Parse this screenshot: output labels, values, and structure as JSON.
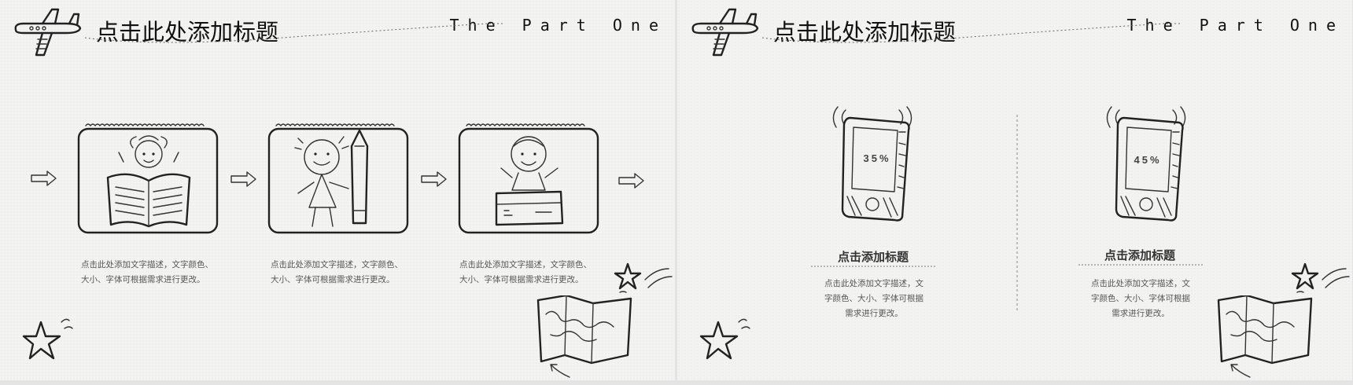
{
  "slides": [
    {
      "title": "点击此处添加标题",
      "part_label": "The Part One",
      "steps": [
        {
          "icon": "reading-child-icon",
          "desc_line1": "点击此处添加文字描述，文字颜色、",
          "desc_line2": "大小、字体可根据需求进行更改。"
        },
        {
          "icon": "child-with-pencil-icon",
          "desc_line1": "点击此处添加文字描述，文字颜色、",
          "desc_line2": "大小、字体可根据需求进行更改。"
        },
        {
          "icon": "child-with-box-icon",
          "desc_line1": "点击此处添加文字描述，文字颜色、",
          "desc_line2": "大小、字体可根据需求进行更改。"
        }
      ]
    },
    {
      "title": "点击此处添加标题",
      "part_label": "The Part One",
      "phones": [
        {
          "percent": "35%",
          "subtitle": "点击添加标题",
          "desc_line1": "点击此处添加文字描述，文",
          "desc_line2": "字颜色、大小、字体可根据",
          "desc_line3": "需求进行更改。"
        },
        {
          "percent": "45%",
          "subtitle": "点击添加标题",
          "desc_line1": "点击此处添加文字描述，文",
          "desc_line2": "字颜色、大小、字体可根据",
          "desc_line3": "需求进行更改。"
        }
      ]
    }
  ],
  "colors": {
    "background": "#f3f3f2",
    "ink": "#222222",
    "text": "#555555"
  }
}
